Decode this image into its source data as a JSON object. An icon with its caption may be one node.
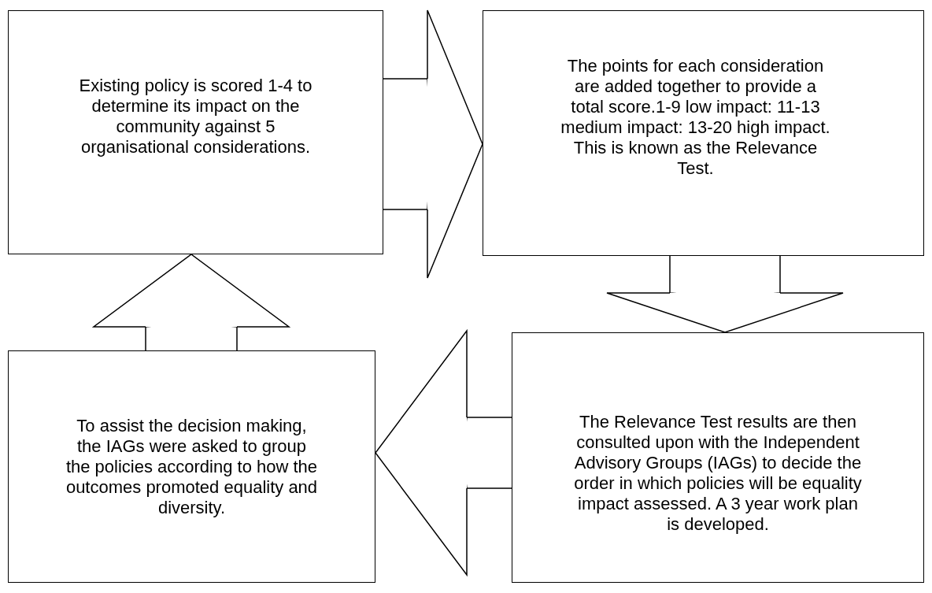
{
  "diagram": {
    "nodes": [
      {
        "text": [
          "Existing policy is scored 1-4 to determine its impact on the community against 5 organisational considerations."
        ]
      },
      {
        "text": [
          "The points for each consideration are added together to provide a total score.1-9 low impact: 11-13 medium impact: 13-20 high impact. This is known as the Relevance Test."
        ]
      },
      {
        "text": [
          "To assist the decision making, the IAGs were asked to group the policies according to how the outcomes promoted equality and diversity."
        ]
      },
      {
        "text": [
          "The Relevance Test results are then consulted upon with the Independent Advisory Groups (IAGs) to decide the order in which policies will be equality impact assessed.  A 3 year work plan is developed."
        ]
      }
    ],
    "edges": [
      {
        "from": 0,
        "to": 1,
        "arrow": "to"
      },
      {
        "from": 1,
        "to": 3,
        "arrow": "to"
      },
      {
        "from": 3,
        "to": 2,
        "arrow": "to"
      },
      {
        "from": 2,
        "to": 0,
        "arrow": "to"
      }
    ]
  }
}
